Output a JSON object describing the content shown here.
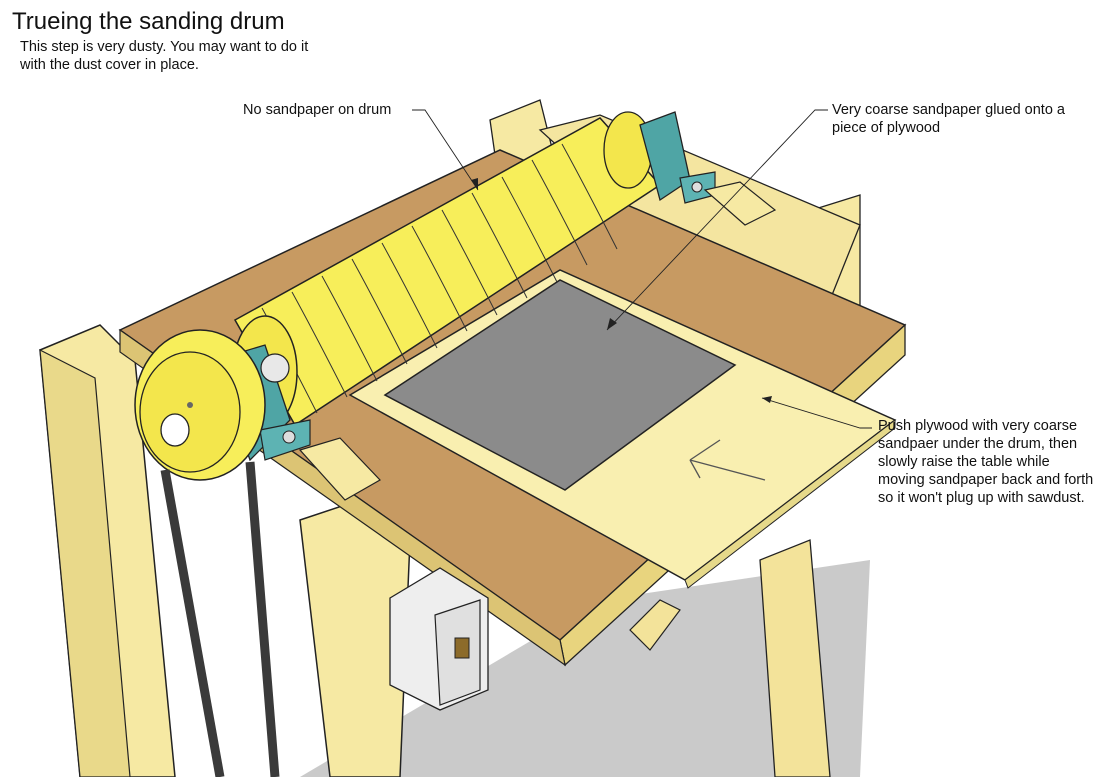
{
  "title": "Trueing the sanding drum",
  "subtitle": "This step is very dusty.  You may want to do it with the dust cover in place.",
  "callouts": {
    "no_sandpaper": "No sandpaper on drum",
    "coarse_sandpaper": "Very coarse sandpaper glued onto a piece of plywood",
    "push_plywood": "Push plywood with very coarse sandpaer under the drum, then slowly raise the table while moving sandpaper back and forth so it won't plug up with sawdust."
  },
  "colors": {
    "wood": "#f6e9a3",
    "wood_dark": "#e8d47e",
    "table_top": "#c79a62",
    "drum": "#f7ee5a",
    "bearing": "#4fa5a5",
    "sandpaper": "#8b8b8b",
    "plywood": "#f9efb0",
    "belt": "#3a3a3a",
    "switch_box": "#eeeeee"
  },
  "icons": [
    "direction-arrow-icon",
    "pulley-icon",
    "switch-icon"
  ]
}
